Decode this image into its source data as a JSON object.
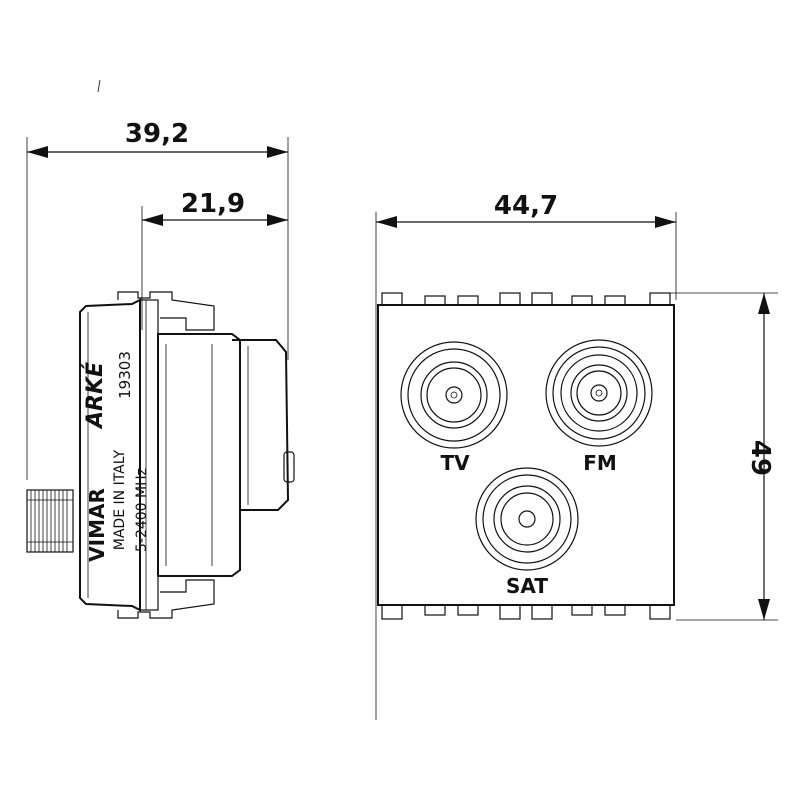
{
  "dimensions": {
    "total_depth": "39,2",
    "body_depth": "21,9",
    "width": "44,7",
    "height": "49"
  },
  "front_labels": {
    "tv": "TV",
    "fm": "FM",
    "sat": "SAT"
  },
  "side_markings": {
    "series": "ARKÉ",
    "code": "19303",
    "brand": "VIMAR",
    "origin": "MADE IN ITALY",
    "frequency": "5-2400 MHz"
  }
}
